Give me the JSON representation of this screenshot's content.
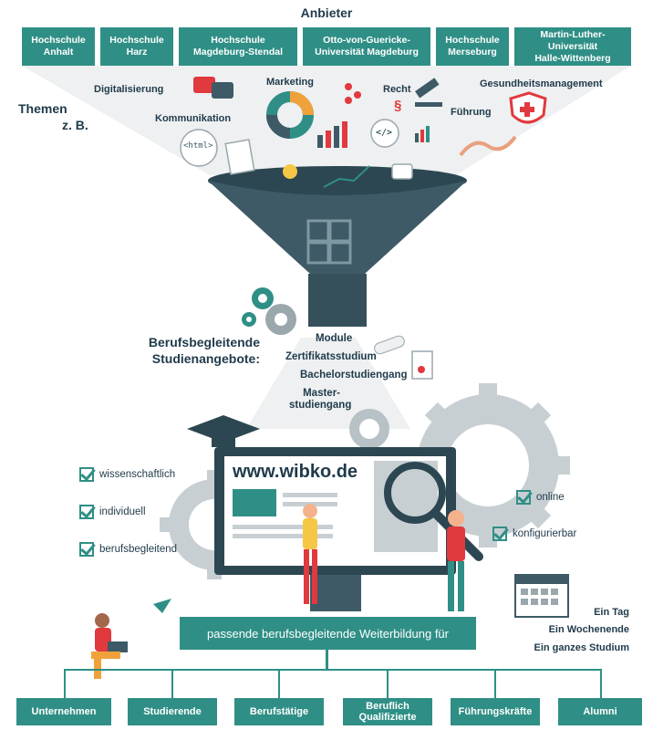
{
  "header": {
    "providers_title": "Anbieter"
  },
  "providers": [
    "Hochschule\nAnhalt",
    "Hochschule\nHarz",
    "Hochschule\nMagdeburg-Stendal",
    "Otto-von-Guericke-\nUniversität Magdeburg",
    "Hochschule\nMerseburg",
    "Martin-Luther-Universität\nHalle-Wittenberg"
  ],
  "topics": {
    "label_line1": "Themen",
    "label_line2": "z. B.",
    "items": [
      "Digitalisierung",
      "Marketing",
      "Recht",
      "Gesundheitsmanagement",
      "Kommunikation",
      "Führung"
    ],
    "html_tag": "<html>",
    "code_tag": "</>"
  },
  "offers": {
    "title": "Berufsbegleitende\nStudienangebote:",
    "items": [
      "Module",
      "Zertifikatsstudium",
      "Bachelorstudiengang",
      "Master-\nstudiengang"
    ]
  },
  "monitor": {
    "url": "www.wibko.de"
  },
  "features_left": [
    "wissenschaftlich",
    "individuell",
    "berufsbegleitend"
  ],
  "features_right": [
    "online",
    "konfigurierbar"
  ],
  "durations": [
    "Ein Tag",
    "Ein Wochenende",
    "Ein ganzes Studium"
  ],
  "banner": "passende berufsbegleitende Weiterbildung für",
  "targets": [
    "Unternehmen",
    "Studierende",
    "Berufstätige",
    "Beruflich\nQualifizierte",
    "Führungskräfte",
    "Alumni"
  ],
  "colors": {
    "teal": "#2f8f86",
    "dark_text": "#1f3a4a",
    "funnel": "#3d5a66",
    "gear": "#9aa7ad",
    "accent_red": "#e0393e"
  }
}
